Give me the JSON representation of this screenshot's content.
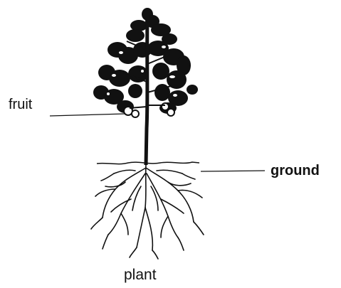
{
  "labels": {
    "fruit": "fruit",
    "ground": "ground",
    "plant": "plant"
  },
  "colors": {
    "ink": "#111111",
    "background": "#ffffff"
  }
}
